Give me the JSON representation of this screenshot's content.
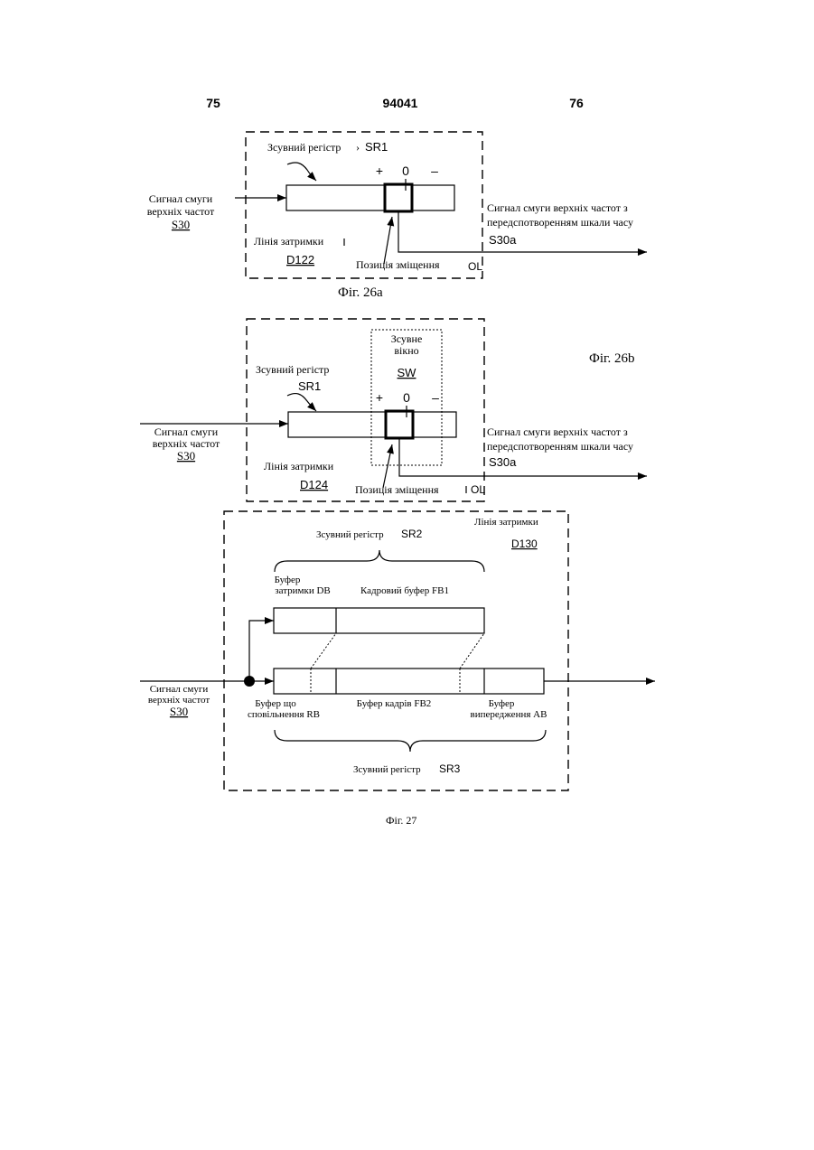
{
  "header": {
    "page_left": "75",
    "doc_number": "94041",
    "page_right": "76"
  },
  "fig26a": {
    "shift_register_label": "Зсувний регістр",
    "shift_register_tick": "›",
    "shift_register_id": "SR1",
    "plus": "+",
    "zero": "0",
    "minus": "–",
    "input_line1": "Сигнал смуги",
    "input_line2": "верхніх частот",
    "input_id": "S30",
    "delay_line_label": "Лінія затримки",
    "delay_line_id": "D122",
    "output_line1": "Сигнал смуги верхніх частот з",
    "output_line2": "передспотворенням шкали часу",
    "output_id": "S30a",
    "offset_position_label": "Позиція зміщення",
    "ol_label": "OL",
    "caption": "Фіг. 26а"
  },
  "fig26b": {
    "shift_window_line1": "Зсувне",
    "shift_window_line2": "вікно",
    "shift_window_id": "SW",
    "caption": "Фіг. 26b",
    "shift_register_label": "Зсувний регістр",
    "shift_register_id": "SR1",
    "plus": "+",
    "zero": "0",
    "minus": "–",
    "input_line1": "Сигнал смуги",
    "input_line2": "верхніх частот",
    "input_id": "S30",
    "delay_line_label": "Лінія затримки",
    "delay_line_id": "D124",
    "output_line1": "Сигнал смуги верхніх частот з",
    "output_line2": "передспотворенням шкали часу",
    "output_id": "S30a",
    "offset_position_label": "Позиція зміщення",
    "ol_label": "OL"
  },
  "fig27": {
    "delay_line_label": "Лінія затримки",
    "delay_line_id": "D130",
    "sr2_label": "Зсувний регістр",
    "sr2_id": "SR2",
    "db_line1": "Буфер",
    "db_line2": "затримки  DB",
    "fb1_label": "Кадровий буфер FB1",
    "input_line1": "Сигнал смуги",
    "input_line2": "верхніх частот",
    "input_id": "S30",
    "rb_line1": "Буфер що",
    "rb_line2": "сповільнення RB",
    "fb2_label": "Буфер кадрів FB2",
    "ab_line1": "Буфер",
    "ab_line2": "випередження AB",
    "sr3_label": "Зсувний регістр",
    "sr3_id": "SR3",
    "caption": "Фіг. 27"
  }
}
